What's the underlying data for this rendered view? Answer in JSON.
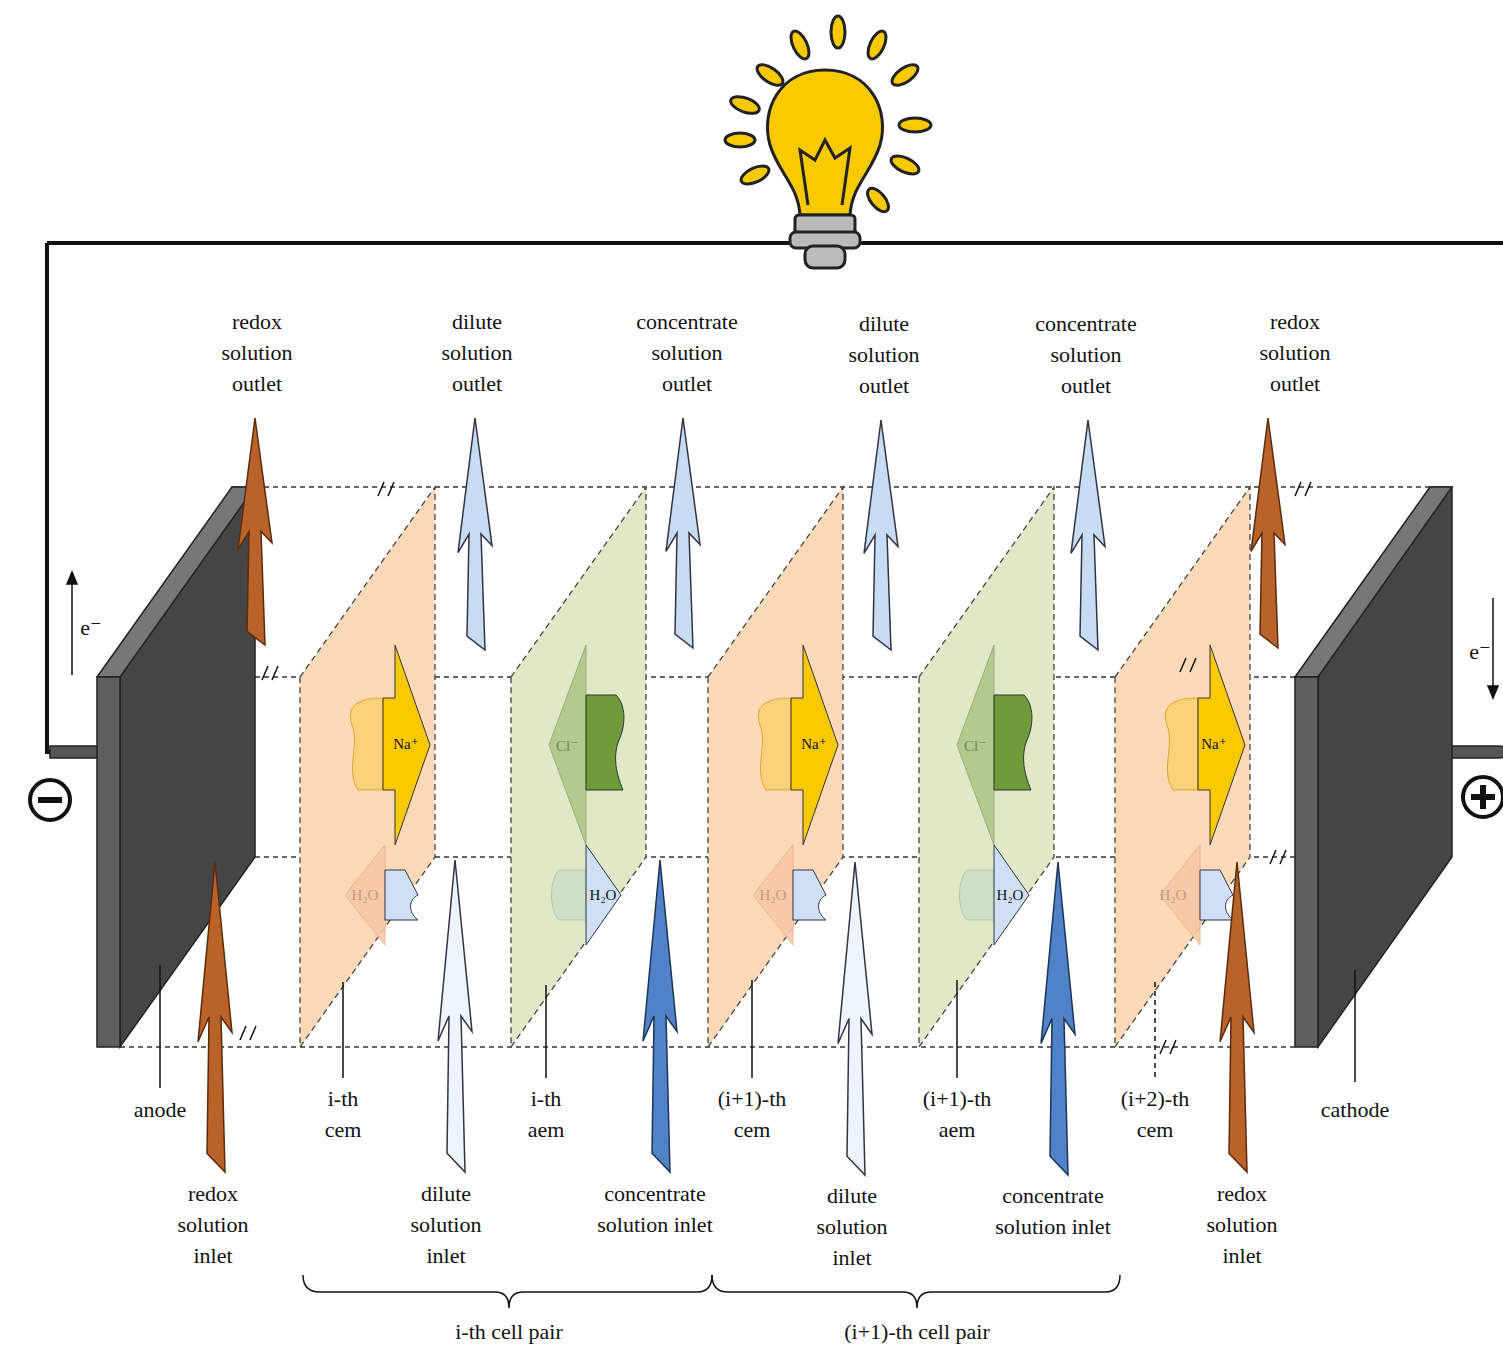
{
  "diagram": {
    "labels": [
      "redox solution outlet",
      "dilute solution outlet",
      "concentrate solution outlet",
      "dilute solution outlet",
      "concentrate solution outlet",
      "redox solution outlet",
      "anode",
      "i-th cem",
      "i-th aem",
      "(i+1)-th cem",
      "(i+1)-th aem",
      "(i+2)-th cem",
      "cathode",
      "redox solution inlet",
      "dilute solution inlet",
      "concentrate solution inlet",
      "dilute solution inlet",
      "concentrate solution inlet",
      "redox solution inlet",
      "i-th cell pair",
      "(i+1)-th cell pair",
      "Na⁺",
      "Na⁺",
      "Na⁺",
      "Cl⁻",
      "Cl⁻",
      "H₂O",
      "H₂O",
      "H₂O",
      "H₂O",
      "H₂O",
      "e⁻",
      "e⁻"
    ]
  }
}
